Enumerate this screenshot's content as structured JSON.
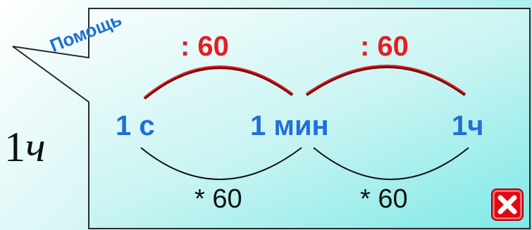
{
  "background": {
    "number": "1",
    "unit": "ч"
  },
  "popup": {
    "help_label": "Помощь",
    "ops_top": [
      ": 60",
      ": 60"
    ],
    "units": [
      "1 с",
      "1 мин",
      "1ч"
    ],
    "ops_bottom": [
      "* 60",
      "* 60"
    ],
    "close_icon": "close-icon"
  },
  "colors": {
    "popup_fill_start": "#ffffff",
    "popup_fill_end": "#7fe9e7",
    "top_operation": "#e31e25",
    "unit_text": "#1f6fd6",
    "close_button": "#e30613"
  }
}
